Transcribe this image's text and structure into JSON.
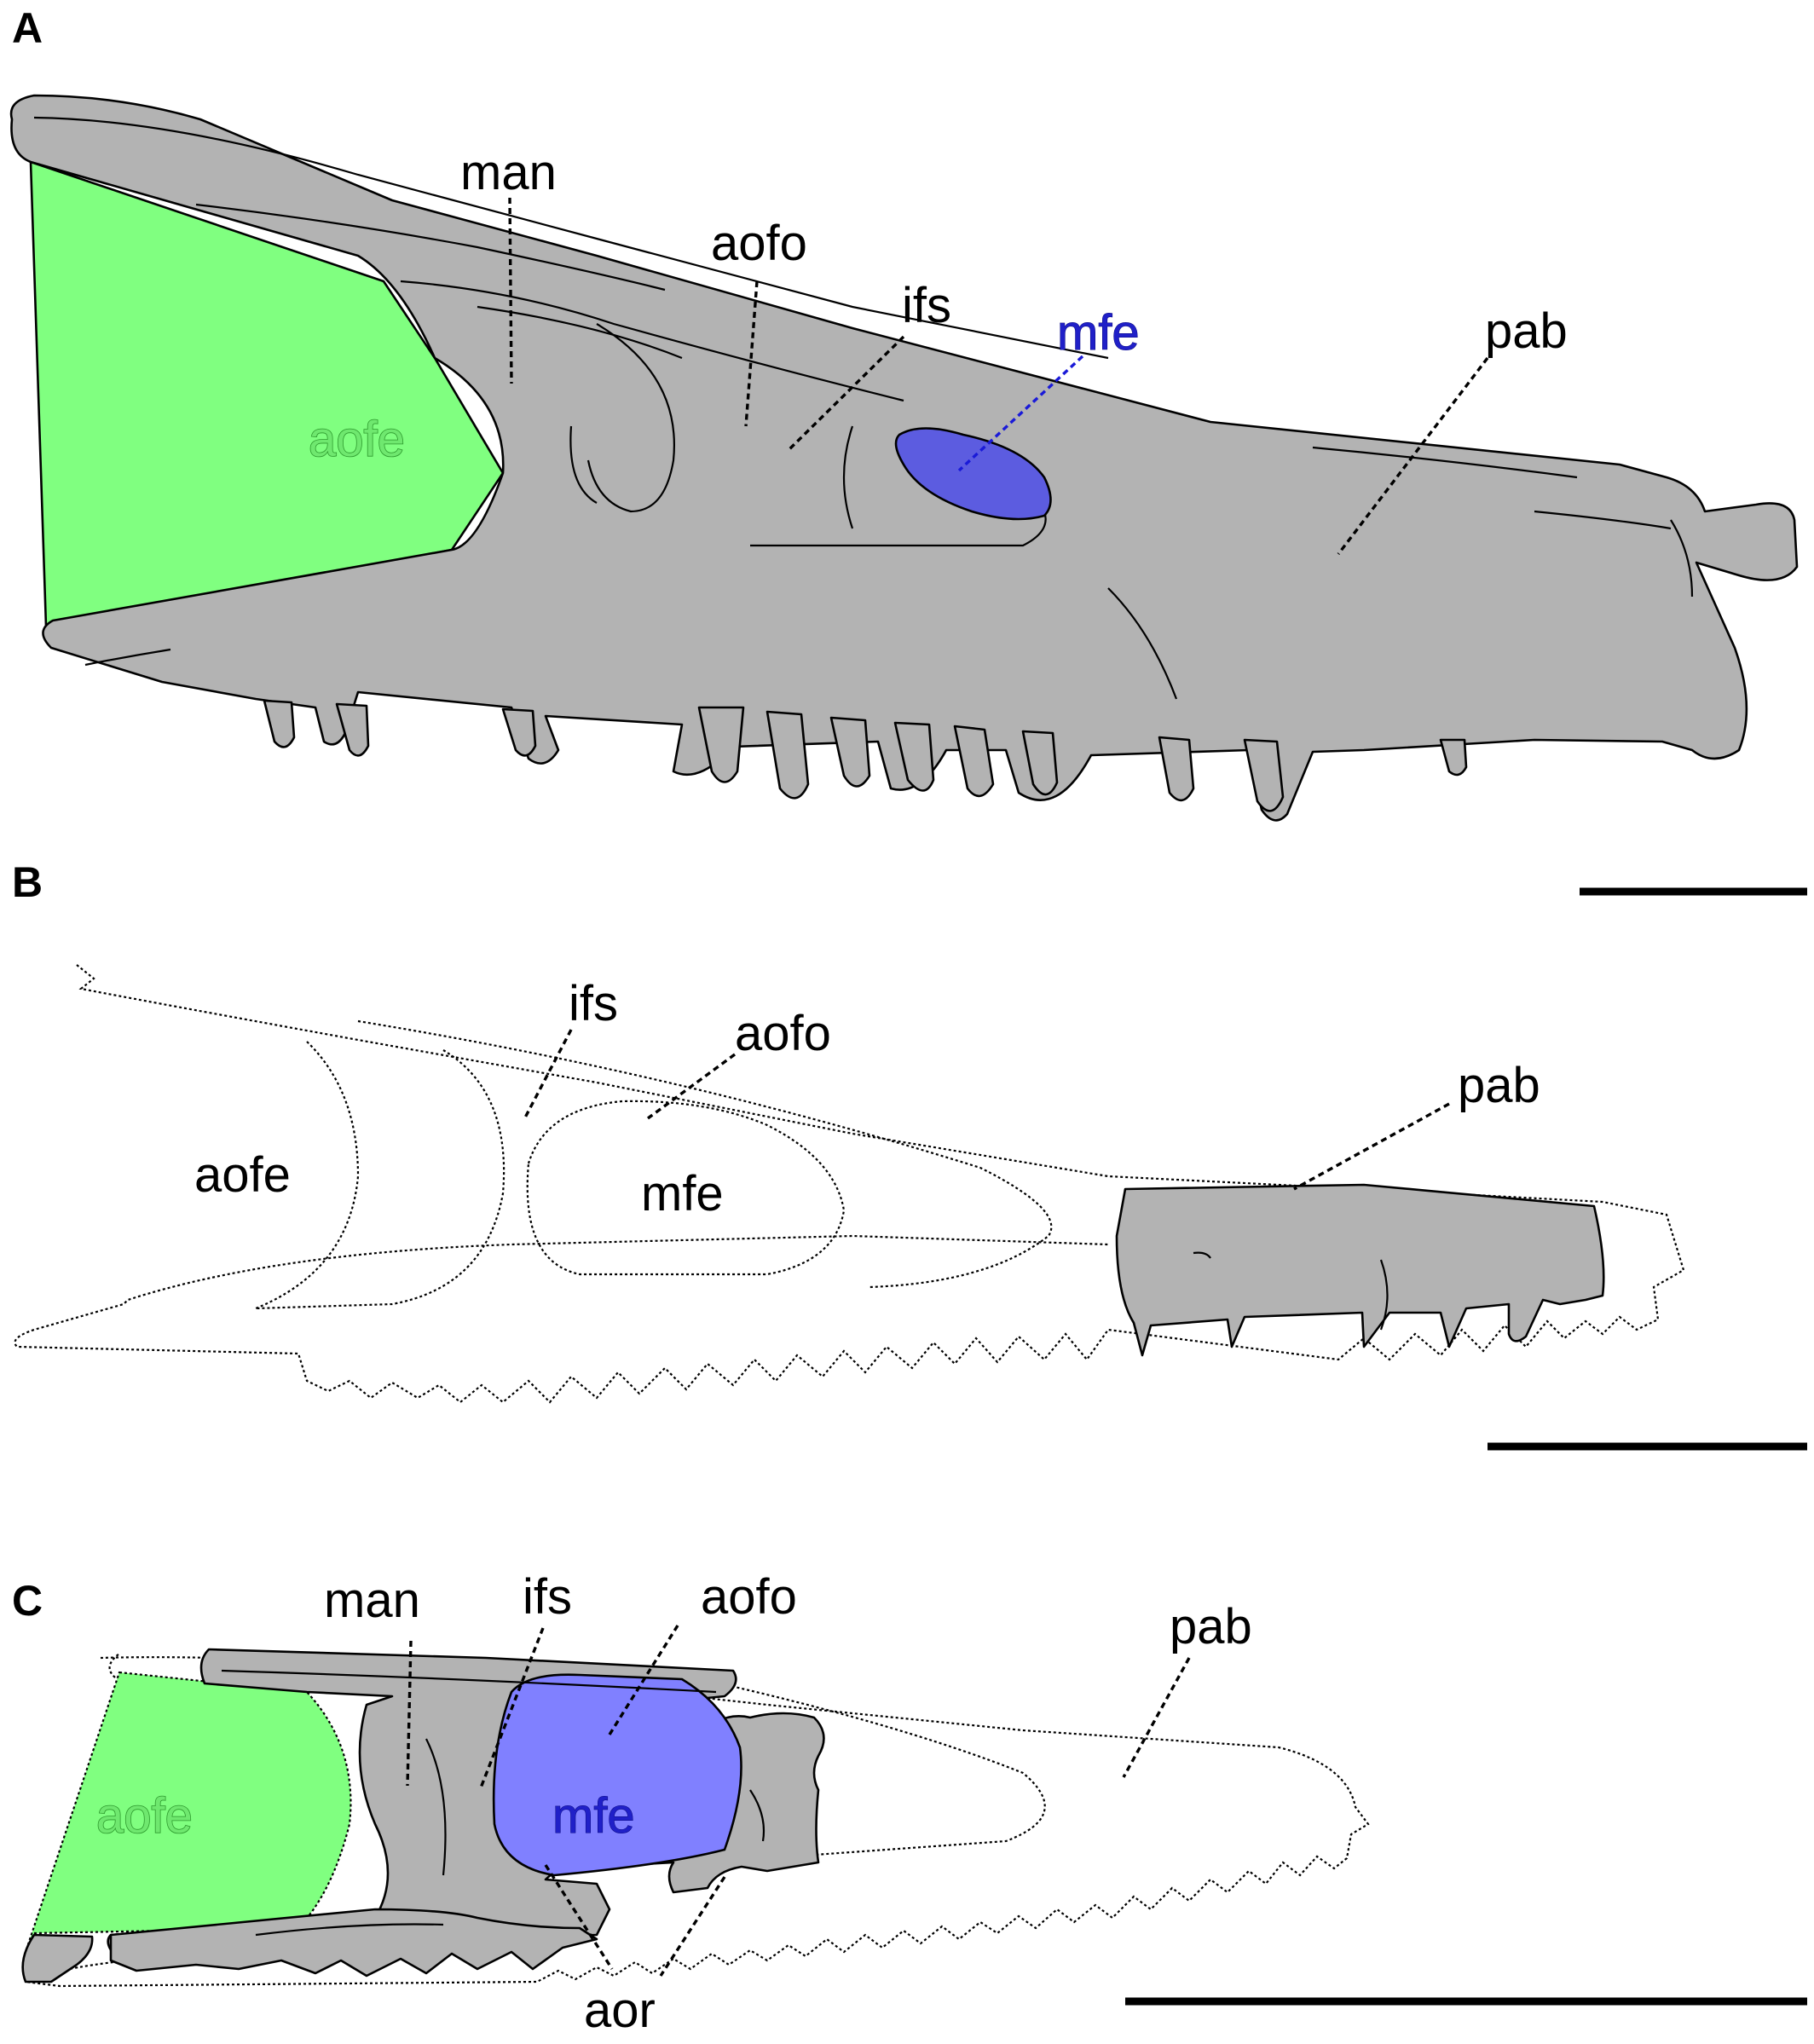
{
  "panels": [
    {
      "letter": "A",
      "labels": {
        "man": "man",
        "aofo": "aofo",
        "ifs": "ifs",
        "mfe": "mfe",
        "pab": "pab",
        "aofe": "aofe"
      }
    },
    {
      "letter": "B",
      "labels": {
        "ifs": "ifs",
        "aofo": "aofo",
        "pab": "pab",
        "aofe": "aofe",
        "mfe": "mfe"
      }
    },
    {
      "letter": "C",
      "labels": {
        "man": "man",
        "ifs": "ifs",
        "aofo": "aofo",
        "pab": "pab",
        "aofe": "aofe",
        "mfe": "mfe",
        "aor": "aor"
      }
    }
  ],
  "colors": {
    "bone": "#b3b3b3",
    "antorbital_fenestra": "#80ff80",
    "maxillary_fenestra_a": "#5c5ce0",
    "maxillary_fenestra_c": "#8080ff",
    "outline": "#000000"
  }
}
